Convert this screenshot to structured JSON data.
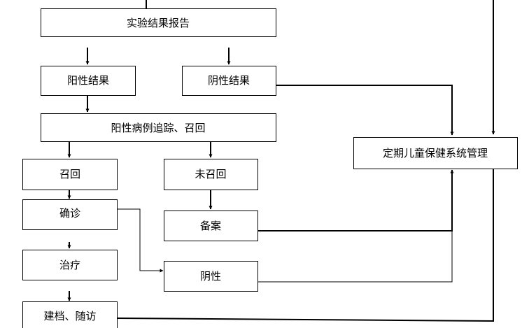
{
  "diagram": {
    "type": "flowchart",
    "nodes": {
      "report": "实验结果报告",
      "positive": "阳性结果",
      "negative": "阴性结果",
      "track": "阳性病例追踪、召回",
      "recalled": "召回",
      "not_recalled": "未召回",
      "confirm": "确诊",
      "filing": "备案",
      "treatment": "治疗",
      "negative_result": "阴性",
      "archive": "建档、随访",
      "management": "定期儿童保健系统管理"
    },
    "edges": [
      {
        "from": "report",
        "to": "positive"
      },
      {
        "from": "report",
        "to": "negative"
      },
      {
        "from": "positive",
        "to": "track"
      },
      {
        "from": "negative",
        "to": "management"
      },
      {
        "from": "track",
        "to": "recalled"
      },
      {
        "from": "track",
        "to": "not_recalled"
      },
      {
        "from": "recalled",
        "to": "confirm"
      },
      {
        "from": "not_recalled",
        "to": "filing"
      },
      {
        "from": "confirm",
        "to": "treatment"
      },
      {
        "from": "confirm",
        "to": "negative_result"
      },
      {
        "from": "treatment",
        "to": "archive"
      },
      {
        "from": "filing",
        "to": "management"
      },
      {
        "from": "negative_result",
        "to": "management"
      },
      {
        "from": "archive",
        "to": "management"
      }
    ]
  }
}
